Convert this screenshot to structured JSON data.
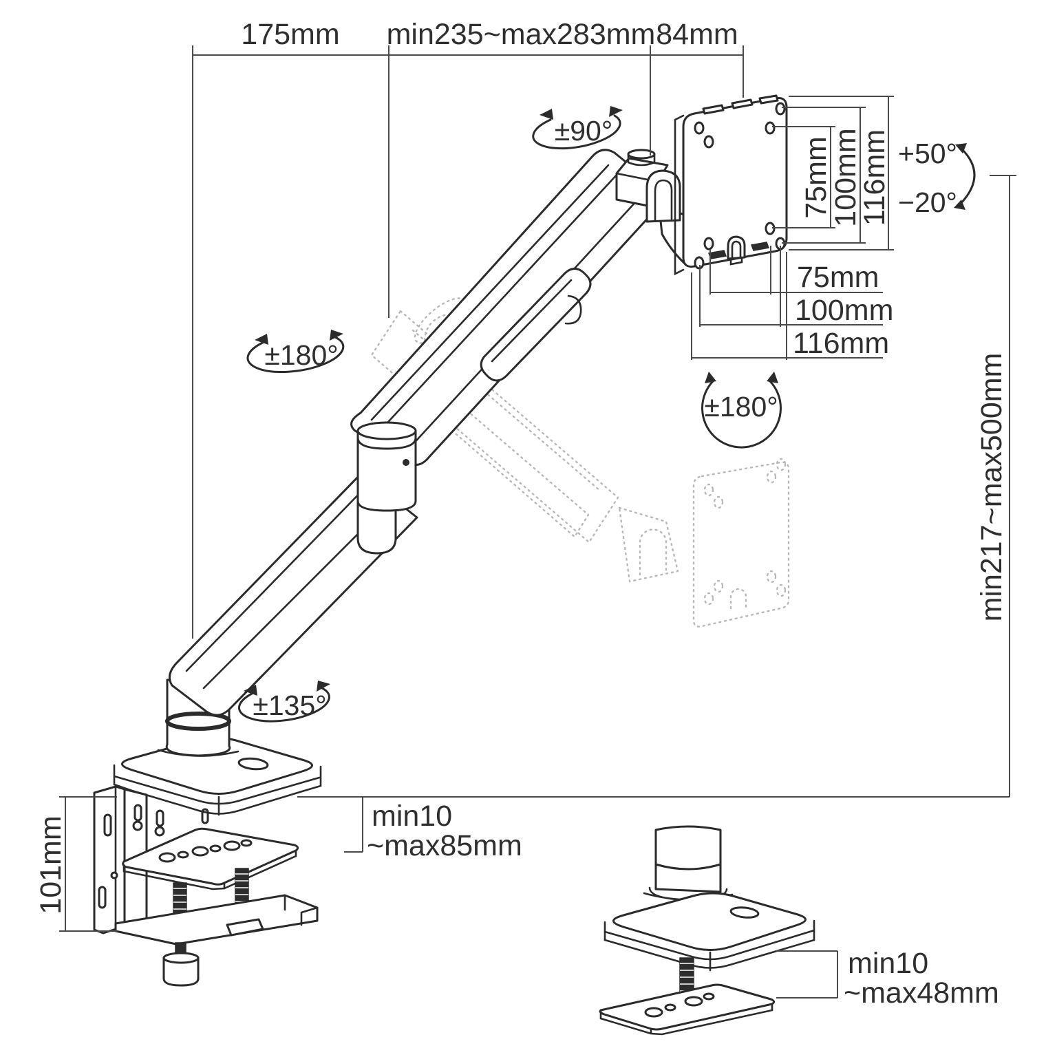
{
  "diagram_title": "monitor-arm-dimension-diagram",
  "colors": {
    "line": "#2b2b2b",
    "dimension": "#4a4a4a",
    "ghost": "#b8b8b8",
    "background": "#ffffff",
    "text": "#2f2f2f"
  },
  "dims": {
    "top_rear": "175mm",
    "top_extension": "min235~max283mm",
    "top_head": "84mm",
    "height_range": "min217~max500mm",
    "clamp_height": "101mm",
    "clamp_t1": "min10",
    "clamp_t2": "~max85mm",
    "grommet_t1": "min10",
    "grommet_t2": "~max48mm"
  },
  "rot": {
    "swivel": "±90°",
    "arm": "±180°",
    "vesa": "±180°",
    "base": "±135°"
  },
  "tilt": {
    "up": "+50°",
    "down": "−20°"
  },
  "vesa_side": {
    "d75": "75mm",
    "d100": "100mm",
    "d116": "116mm"
  },
  "vesa_bottom": {
    "d75": "75mm",
    "d100": "100mm",
    "d116": "116mm"
  }
}
